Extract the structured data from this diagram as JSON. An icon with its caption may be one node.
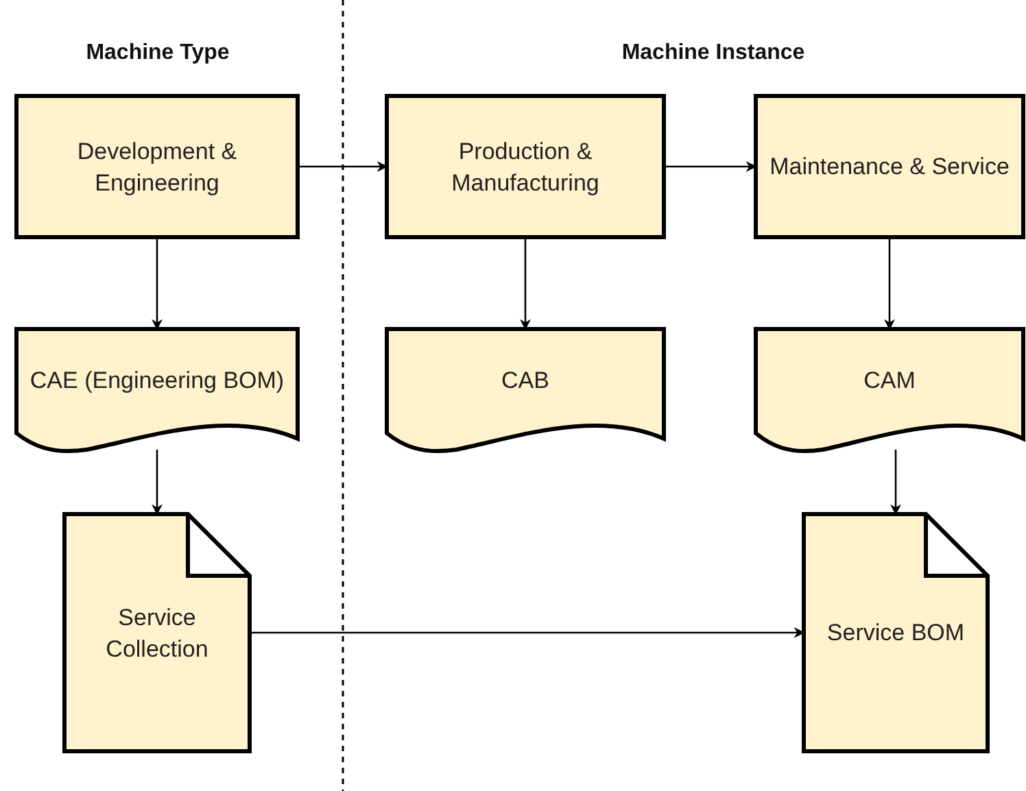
{
  "diagram": {
    "nodes": [
      {
        "text": [
          "Development & Engineering"
        ]
      },
      {
        "text": [
          "Production & Manufacturing"
        ]
      },
      {
        "text": [
          "Maintenance & Service"
        ]
      },
      {
        "text": [
          "CAE (Engineering BOM)"
        ]
      },
      {
        "text": [
          "CAB"
        ]
      },
      {
        "text": [
          "CAM"
        ]
      },
      {
        "text": [
          "Service Collection"
        ]
      },
      {
        "text": [
          "Service BOM"
        ]
      }
    ],
    "edges": [
      {
        "from": 0,
        "to": 1,
        "arrow": "to"
      },
      {
        "from": 1,
        "to": 2,
        "arrow": "to"
      },
      {
        "from": 0,
        "to": 3,
        "arrow": "to"
      },
      {
        "from": 1,
        "to": 4,
        "arrow": "to"
      },
      {
        "from": 2,
        "to": 5,
        "arrow": "to"
      },
      {
        "from": 3,
        "to": 6,
        "arrow": "to"
      },
      {
        "from": 5,
        "to": 7,
        "arrow": "to"
      },
      {
        "from": 6,
        "to": 7,
        "arrow": "to"
      }
    ],
    "labels": [
      "Machine Type",
      "Machine Instance"
    ]
  }
}
